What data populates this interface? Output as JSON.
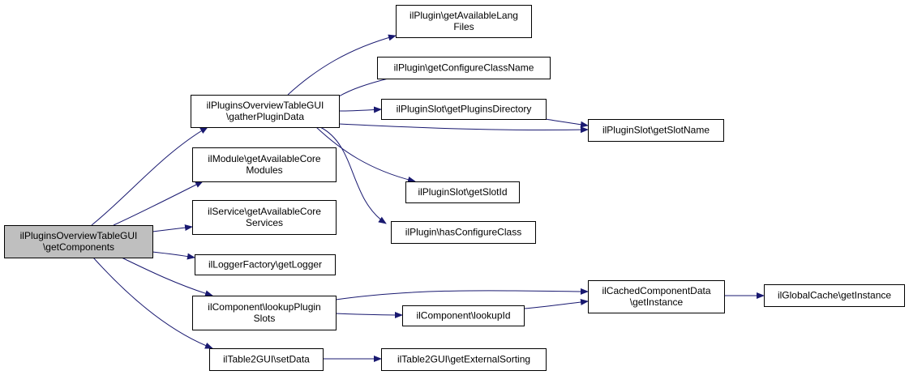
{
  "colors": {
    "edge": "#191970",
    "node_fill": "#ffffff",
    "root_fill": "#bfbfbf",
    "border": "#000000"
  },
  "nodes": [
    {
      "id": "root",
      "lines": [
        "ilPluginsOverviewTableGUI",
        "\\getComponents"
      ],
      "highlight": true
    },
    {
      "id": "gather",
      "lines": [
        "ilPluginsOverviewTableGUI",
        "\\gatherPluginData"
      ]
    },
    {
      "id": "getModules",
      "lines": [
        "ilModule\\getAvailableCore",
        "Modules"
      ]
    },
    {
      "id": "getServices",
      "lines": [
        "ilService\\getAvailableCore",
        "Services"
      ]
    },
    {
      "id": "getLogger",
      "lines": [
        "ilLoggerFactory\\getLogger"
      ]
    },
    {
      "id": "lookupSlots",
      "lines": [
        "ilComponent\\lookupPlugin",
        "Slots"
      ]
    },
    {
      "id": "setData",
      "lines": [
        "ilTable2GUI\\setData"
      ]
    },
    {
      "id": "langFiles",
      "lines": [
        "ilPlugin\\getAvailableLang",
        "Files"
      ]
    },
    {
      "id": "configClass",
      "lines": [
        "ilPlugin\\getConfigureClassName"
      ]
    },
    {
      "id": "pluginsDir",
      "lines": [
        "ilPluginSlot\\getPluginsDirectory"
      ]
    },
    {
      "id": "slotId",
      "lines": [
        "ilPluginSlot\\getSlotId"
      ]
    },
    {
      "id": "hasConfig",
      "lines": [
        "ilPlugin\\hasConfigureClass"
      ]
    },
    {
      "id": "slotName",
      "lines": [
        "ilPluginSlot\\getSlotName"
      ]
    },
    {
      "id": "lookupId",
      "lines": [
        "ilComponent\\lookupId"
      ]
    },
    {
      "id": "extSorting",
      "lines": [
        "ilTable2GUI\\getExternalSorting"
      ]
    },
    {
      "id": "cachedInst",
      "lines": [
        "ilCachedComponentData",
        "\\getInstance"
      ]
    },
    {
      "id": "globalCache",
      "lines": [
        "ilGlobalCache\\getInstance"
      ]
    }
  ],
  "edges": [
    {
      "from": "root",
      "to": "gather"
    },
    {
      "from": "root",
      "to": "getModules"
    },
    {
      "from": "root",
      "to": "getServices"
    },
    {
      "from": "root",
      "to": "getLogger"
    },
    {
      "from": "root",
      "to": "lookupSlots"
    },
    {
      "from": "root",
      "to": "setData"
    },
    {
      "from": "gather",
      "to": "langFiles"
    },
    {
      "from": "gather",
      "to": "configClass"
    },
    {
      "from": "gather",
      "to": "pluginsDir"
    },
    {
      "from": "gather",
      "to": "slotName"
    },
    {
      "from": "gather",
      "to": "slotId"
    },
    {
      "from": "gather",
      "to": "hasConfig"
    },
    {
      "from": "pluginsDir",
      "to": "slotName"
    },
    {
      "from": "lookupSlots",
      "to": "cachedInst"
    },
    {
      "from": "lookupSlots",
      "to": "lookupId"
    },
    {
      "from": "lookupId",
      "to": "cachedInst"
    },
    {
      "from": "setData",
      "to": "extSorting"
    },
    {
      "from": "cachedInst",
      "to": "globalCache"
    }
  ]
}
